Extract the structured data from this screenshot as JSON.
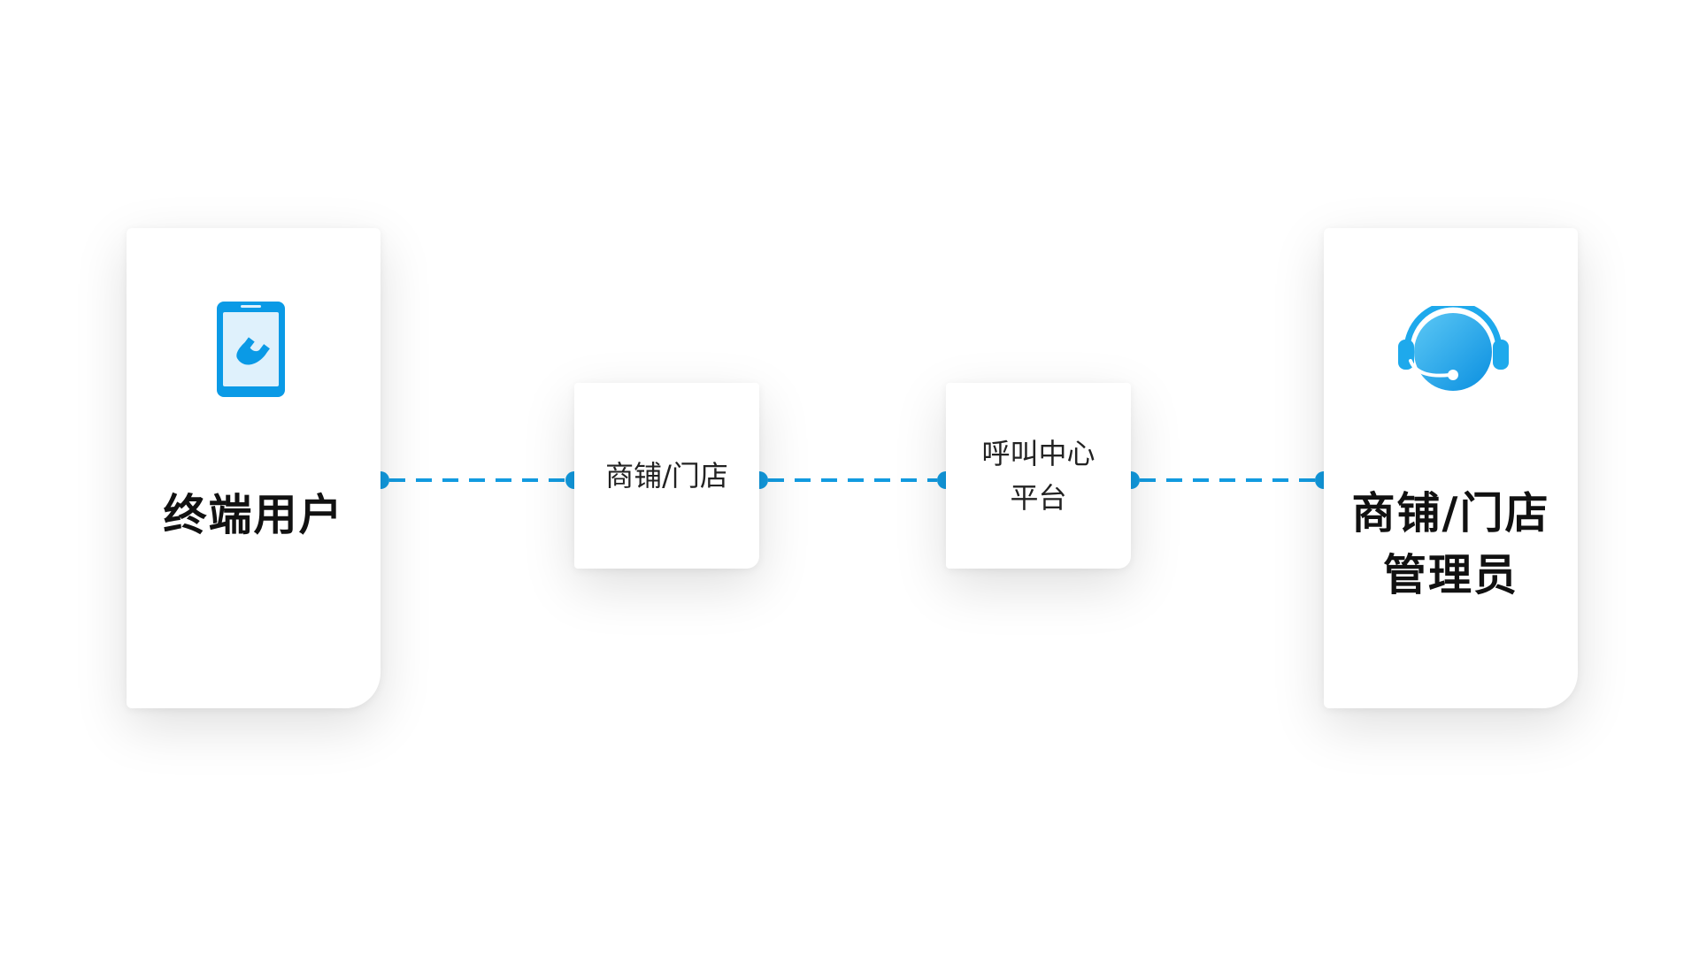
{
  "nodes": {
    "end_user": {
      "label": "终端用户",
      "icon": "phone-call-icon"
    },
    "store": {
      "label": "商铺/门店"
    },
    "call_center": {
      "label_lines": [
        "呼叫中心",
        "平台"
      ]
    },
    "store_admin": {
      "label_lines": [
        "商铺/门店",
        "管理员"
      ],
      "icon": "headset-icon"
    }
  },
  "colors": {
    "connector": "#129be0",
    "icon_primary": "#0a9ae6",
    "icon_light": "#dff1fc"
  }
}
